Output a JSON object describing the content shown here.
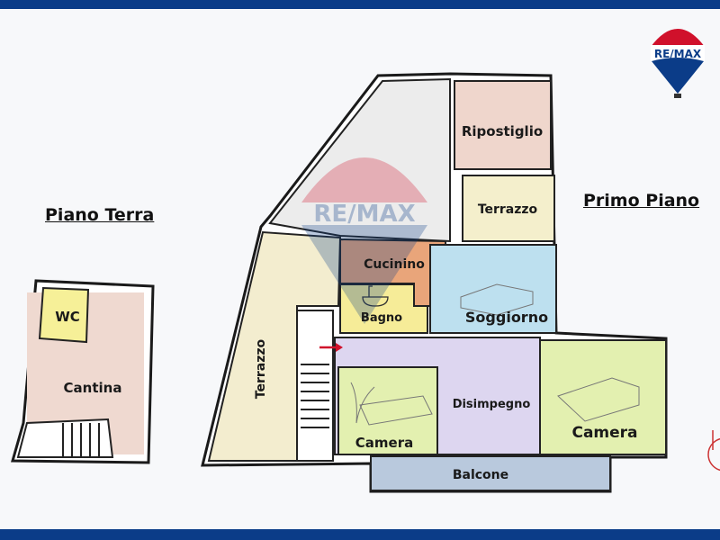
{
  "brand": {
    "name": "RE/MAX",
    "colors": {
      "blue": "#0b3c88",
      "red": "#d0112b"
    }
  },
  "floors": {
    "ground": "Piano Terra",
    "first": "Primo Piano"
  },
  "rooms": {
    "wc": "WC",
    "cantina": "Cantina",
    "ripostiglio": "Ripostiglio",
    "terrazzo_upper": "Terrazzo",
    "terrazzo_left": "Terrazzo",
    "cucinino": "Cucinino",
    "bagno": "Bagno",
    "soggiorno": "Soggiorno",
    "disimpegno": "Disimpegno",
    "camera_left": "Camera",
    "camera_right": "Camera",
    "balcone": "Balcone"
  },
  "icons": [
    "entrance-arrow-icon",
    "compass-icon",
    "bathtub-icon",
    "remax-balloon-logo"
  ]
}
